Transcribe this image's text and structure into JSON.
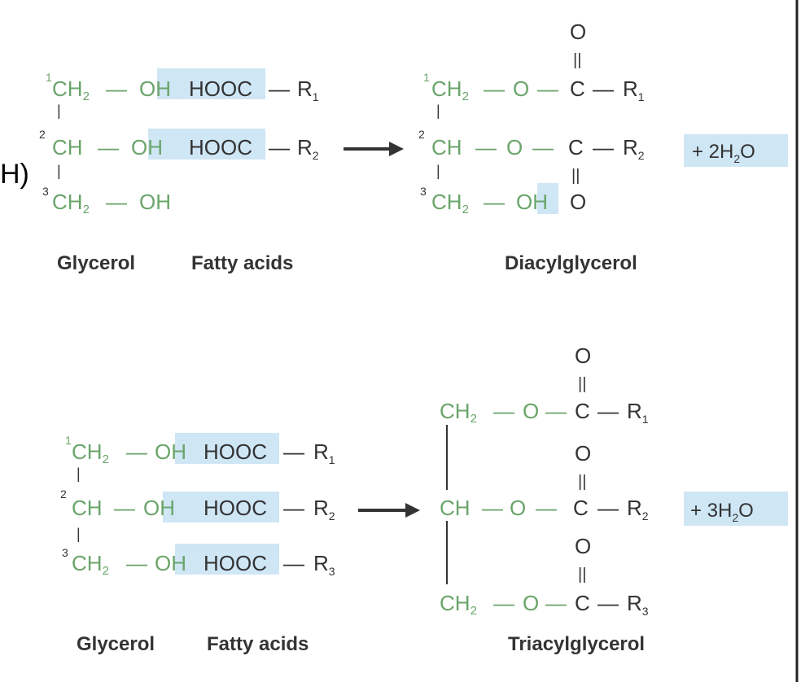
{
  "stray_text": "H)",
  "symbols": {
    "ch2": "CH",
    "ch": "CH",
    "sub2": "2",
    "oh": "OH",
    "o": "O",
    "hooc": "HOOC",
    "c": "C",
    "bond": "—",
    "double_bond": "||",
    "vbond": "|",
    "r1": "R",
    "r2": "R",
    "r3": "R",
    "sub_1": "1",
    "sub_2": "2",
    "sub_3": "3",
    "pos1": "1",
    "pos2": "2",
    "pos3": "3"
  },
  "reaction1": {
    "byproduct": "+ 2H",
    "byproduct_sub": "2",
    "byproduct_end": "O",
    "labels": {
      "glycerol": "Glycerol",
      "fatty_acids": "Fatty acids",
      "product": "Diacylglycerol"
    }
  },
  "reaction2": {
    "byproduct": "+ 3H",
    "byproduct_sub": "2",
    "byproduct_end": "O",
    "labels": {
      "glycerol": "Glycerol",
      "fatty_acids": "Fatty acids",
      "product": "Triacylglycerol"
    }
  },
  "colors": {
    "glycerol_green": "#6aa56a",
    "highlight_blue": "#cfe6f5",
    "text_dark": "#333333"
  }
}
